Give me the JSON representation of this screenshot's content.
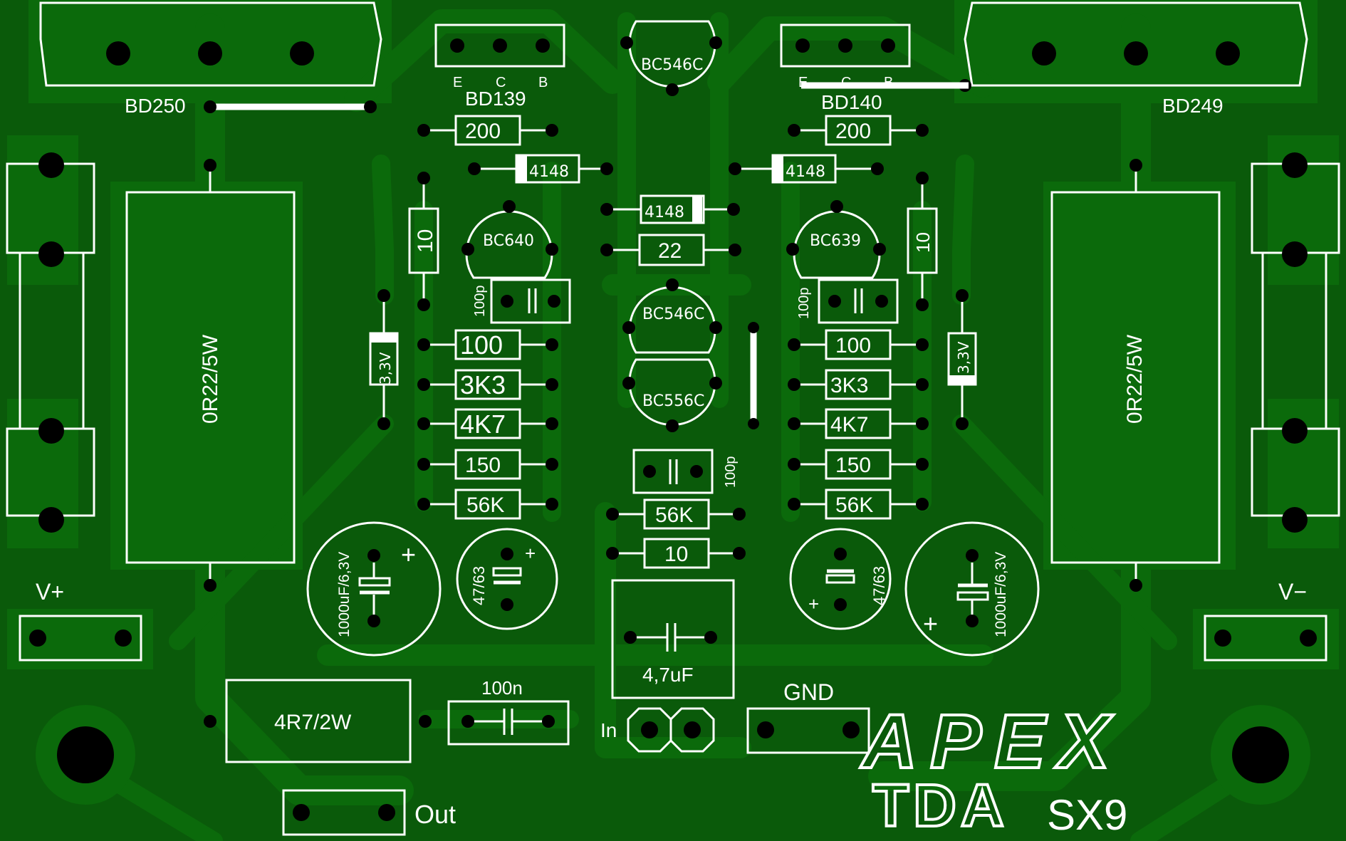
{
  "colors": {
    "board": "#0a5a0a",
    "copper": "#0b6a0b",
    "silkscreen": "#ffffff",
    "drill": "#000000"
  },
  "transistors_power": [
    {
      "label": "BD250"
    },
    {
      "label": "BD249"
    }
  ],
  "transistors_driver": [
    {
      "label": "BD139",
      "pins": [
        "E",
        "C",
        "B"
      ]
    },
    {
      "label": "BD140",
      "pins": [
        "E",
        "C",
        "B"
      ]
    }
  ],
  "transistors_small": [
    {
      "label": "BC546C"
    },
    {
      "label": "BC640"
    },
    {
      "label": "BC639"
    },
    {
      "label": "BC546C"
    },
    {
      "label": "BC556C"
    }
  ],
  "diodes": [
    {
      "label": "4148"
    },
    {
      "label": "4148"
    },
    {
      "label": "4148"
    }
  ],
  "zeners": [
    {
      "label": "3,3V"
    },
    {
      "label": "3,3V"
    }
  ],
  "resistors_left": [
    "200",
    "100",
    "3K3",
    "4K7",
    "150",
    "56K"
  ],
  "resistors_right": [
    "200",
    "100",
    "3K3",
    "4K7",
    "150",
    "56K"
  ],
  "resistors_center": [
    "22",
    "56K",
    "10"
  ],
  "resistors_vertical": [
    "10",
    "10"
  ],
  "power_resistors": [
    {
      "label": "0R22/5W"
    },
    {
      "label": "0R22/5W"
    },
    {
      "label": "4R7/2W"
    }
  ],
  "capacitors_small": [
    {
      "label": "100p"
    },
    {
      "label": "100p"
    },
    {
      "label": "100p"
    }
  ],
  "electrolytics": [
    {
      "label": "1000uF/6,3V"
    },
    {
      "label": "47/63"
    },
    {
      "label": "47/63"
    },
    {
      "label": "1000uF/6,3V"
    }
  ],
  "polarity_mark": "+",
  "film_caps": [
    {
      "label": "4,7uF"
    },
    {
      "label": "100n"
    }
  ],
  "connectors": {
    "vplus": "V+",
    "vminus": "V−",
    "gnd": "GND",
    "in": "In",
    "out": "Out"
  },
  "branding": {
    "logo": "APEX",
    "sub_logo": "TDA",
    "model": "SX9"
  }
}
